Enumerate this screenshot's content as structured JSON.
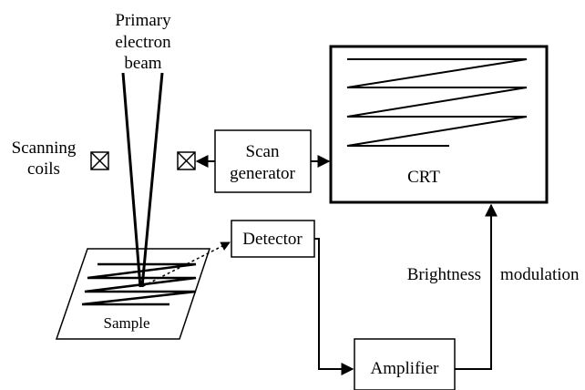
{
  "beam_label": {
    "line1": "Primary",
    "line2": "electron",
    "line3": "beam"
  },
  "coils_label": {
    "line1": "Scanning",
    "line2": "coils"
  },
  "scan_generator": {
    "line1": "Scan",
    "line2": "generator"
  },
  "crt_label": "CRT",
  "detector_label": "Detector",
  "sample_label": "Sample",
  "amplifier_label": "Amplifier",
  "brightness_label": "Brightness",
  "modulation_label": "modulation",
  "colors": {
    "line": "#000000",
    "background": "#ffffff"
  }
}
